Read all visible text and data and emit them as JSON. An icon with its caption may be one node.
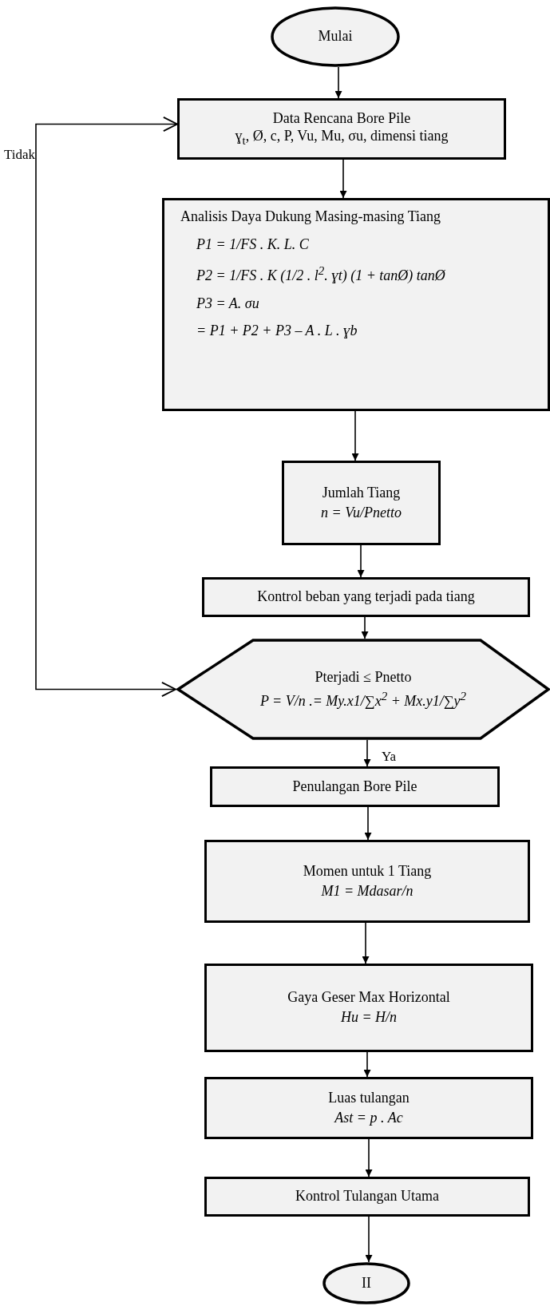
{
  "diagram": {
    "nodes": [
      {
        "text": [
          "Mulai"
        ]
      },
      {
        "text": [
          "Data Rencana Bore Pile",
          "ɣ$_{t}$, Ø, c, P, Vu, Mu, σu, dimensi tiang"
        ]
      },
      {
        "text": [
          "Analisis Daya Dukung Masing-masing Tiang",
          "P1 = 1/FS . K. L. C",
          "P2 = 1/FS . K (1/2 . l$^{2}$. ɣt) (1 + tanØ) tanØ",
          "P3 = A. σu",
          "= P1 + P2 + P3 – A . L . ɣb"
        ]
      },
      {
        "text": [
          "Jumlah Tiang",
          "n = Vu/Pnetto"
        ]
      },
      {
        "text": [
          "Kontrol beban yang terjadi pada tiang"
        ]
      },
      {
        "text": [
          "Pterjadi ≤ Pnetto",
          "P = V/n .= My.x1/∑x$^{2}$ + Mx.y1/∑y$^{2}$"
        ]
      },
      {
        "text": [
          "Penulangan Bore Pile"
        ]
      },
      {
        "text": [
          "Momen untuk 1 Tiang",
          "M1 = Mdasar/n"
        ]
      },
      {
        "text": [
          "Gaya Geser Max Horizontal",
          "Hu = H/n"
        ]
      },
      {
        "text": [
          "Luas tulangan",
          "Ast =  p . Ac"
        ]
      },
      {
        "text": [
          "Kontrol Tulangan Utama"
        ]
      },
      {
        "text": [
          "II"
        ]
      }
    ],
    "edges": [
      {
        "from": 0,
        "to": 1,
        "arrow": "to"
      },
      {
        "from": 1,
        "to": 2,
        "arrow": "to"
      },
      {
        "from": 2,
        "to": 3,
        "arrow": "to"
      },
      {
        "from": 3,
        "to": 4,
        "arrow": "to"
      },
      {
        "from": 4,
        "to": 5,
        "arrow": "to"
      },
      {
        "from": 5,
        "to": 6,
        "arrow": "to",
        "label": "Ya"
      },
      {
        "from": 6,
        "to": 7,
        "arrow": "to"
      },
      {
        "from": 7,
        "to": 8,
        "arrow": "to"
      },
      {
        "from": 8,
        "to": 9,
        "arrow": "to"
      },
      {
        "from": 9,
        "to": 10,
        "arrow": "to"
      },
      {
        "from": 10,
        "to": 11,
        "arrow": "to"
      },
      {
        "from": 5,
        "to": 1,
        "arrow": "both",
        "label": "Tidak"
      }
    ]
  }
}
